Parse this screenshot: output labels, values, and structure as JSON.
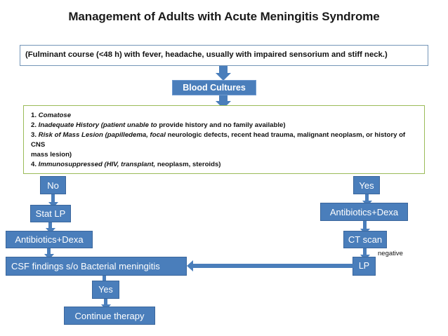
{
  "chart_data": {
    "type": "diagram",
    "title": "Management of Adults with Acute Meningitis Syndrome",
    "nodes": [
      {
        "id": "presentation",
        "label": "(Fulminant course (<48 h) with fever, headache, usually with impaired sensorium and stiff neck.)",
        "shape": "panel-blue"
      },
      {
        "id": "blood-cultures",
        "label": "Blood Cultures",
        "shape": "process"
      },
      {
        "id": "criteria",
        "label": "1. Comatose / 2. Inadequate History / 3. Risk of Mass Lesion / 4. Immunosuppressed",
        "shape": "panel-olive"
      },
      {
        "id": "no",
        "label": "No",
        "shape": "process"
      },
      {
        "id": "yes-right",
        "label": "Yes",
        "shape": "process"
      },
      {
        "id": "stat-lp",
        "label": "Stat LP",
        "shape": "process"
      },
      {
        "id": "abx-dexa-left",
        "label": "Antibiotics+Dexa",
        "shape": "process"
      },
      {
        "id": "abx-dexa-right",
        "label": "Antibiotics+Dexa",
        "shape": "process"
      },
      {
        "id": "ct-scan",
        "label": "CT scan",
        "shape": "process"
      },
      {
        "id": "lp",
        "label": "LP",
        "shape": "process"
      },
      {
        "id": "csf-findings",
        "label": "CSF findings s/o Bacterial meningitis",
        "shape": "process"
      },
      {
        "id": "yes-bottom",
        "label": "Yes",
        "shape": "process"
      },
      {
        "id": "continue-therapy",
        "label": "Continue therapy",
        "shape": "process"
      }
    ],
    "edges": [
      {
        "from": "presentation",
        "to": "blood-cultures",
        "label": ""
      },
      {
        "from": "blood-cultures",
        "to": "criteria",
        "label": ""
      },
      {
        "from": "criteria",
        "to": "no",
        "label": "No"
      },
      {
        "from": "criteria",
        "to": "yes-right",
        "label": "Yes"
      },
      {
        "from": "no",
        "to": "stat-lp",
        "label": ""
      },
      {
        "from": "stat-lp",
        "to": "abx-dexa-left",
        "label": ""
      },
      {
        "from": "abx-dexa-left",
        "to": "csf-findings",
        "label": ""
      },
      {
        "from": "yes-right",
        "to": "abx-dexa-right",
        "label": ""
      },
      {
        "from": "abx-dexa-right",
        "to": "ct-scan",
        "label": ""
      },
      {
        "from": "ct-scan",
        "to": "lp",
        "label": "negative"
      },
      {
        "from": "lp",
        "to": "csf-findings",
        "label": ""
      },
      {
        "from": "csf-findings",
        "to": "yes-bottom",
        "label": "Yes"
      },
      {
        "from": "yes-bottom",
        "to": "continue-therapy",
        "label": ""
      }
    ],
    "colors": {
      "node_fill": "#4a7ebb",
      "node_border": "#3a669c",
      "panel_blue_border": "#7596b8",
      "panel_olive_border": "#9bbb59",
      "node_text": "#ffffff",
      "title_text": "#1a1a1a"
    }
  },
  "title": "Management of Adults with Acute Meningitis Syndrome",
  "presentation_box": {
    "text": "(Fulminant course (<48 h) with fever, headache, usually with impaired sensorium and stiff neck.)"
  },
  "blood_cultures": {
    "label": "Blood Cultures"
  },
  "criteria_box": {
    "line1": "1. ",
    "line1_i": "Comatose",
    "line2_n": "2. ",
    "line2_i": "Inadequate History (patient unable to",
    "line2_r": " provide history and no family available)",
    "line3_n": "3. ",
    "line3_i": "Risk of Mass Lesion (papilledema, focal",
    "line3_r": " neurologic defects, recent head trauma, malignant neoplasm, or history of CNS",
    "line4": "mass lesion)",
    "line5_n": "4. ",
    "line5_i": "Immunosuppressed (HIV, transplant,",
    "line5_r": " neoplasm, steroids)"
  },
  "left_branch": {
    "no": "No",
    "stat_lp": "Stat LP",
    "antibiotics_dexa": "Antibiotics+Dexa",
    "csf_findings": "CSF findings s/o Bacterial meningitis",
    "yes": "Yes",
    "continue_therapy": "Continue therapy"
  },
  "right_branch": {
    "yes": "Yes",
    "antibiotics_dexa": "Antibiotics+Dexa",
    "ct_scan": "CT scan",
    "lp": "LP",
    "negative_label": "negative"
  }
}
